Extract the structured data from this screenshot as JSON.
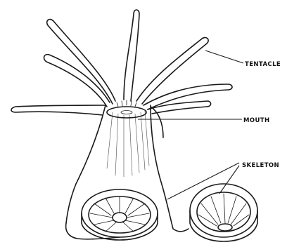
{
  "labels": {
    "tentacle": "TENTACLE",
    "mouth": "MOUTH",
    "skeleton": "SKELETON"
  }
}
